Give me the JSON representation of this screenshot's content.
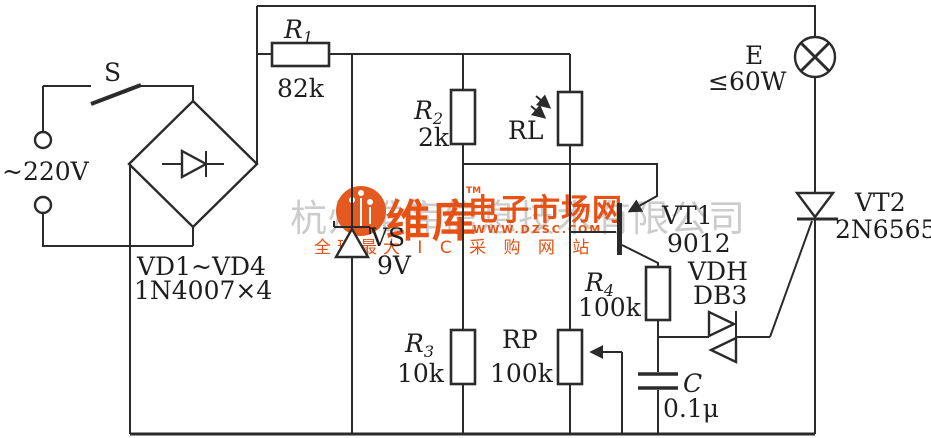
{
  "colors": {
    "circuit_line": "#2b2b2b",
    "watermark_orange": "#e75113",
    "watermark_gray": "#cccccc",
    "background": "#ffffff"
  },
  "watermark": {
    "company_ghost": "杭州维库信息技术有限公司",
    "brand": "维库",
    "trademark": "TM",
    "site_name": "电子市场网",
    "url": "WWW.DZSC.COM",
    "slogan": "全球最大 I C 采 购 网 站",
    "logo": "circuit-board-logo"
  },
  "components": {
    "source": {
      "label": "~220V"
    },
    "switch": {
      "label": "S"
    },
    "bridge": {
      "name": "VD1~VD4",
      "value": "1N4007×4"
    },
    "r1": {
      "name": "R",
      "sub": "1",
      "value": "82k"
    },
    "r2": {
      "name": "R",
      "sub": "2",
      "value": "2k"
    },
    "r3": {
      "name": "R",
      "sub": "3",
      "value": "10k"
    },
    "r4": {
      "name": "R",
      "sub": "4",
      "value": "100k"
    },
    "rl": {
      "label": "RL"
    },
    "rp": {
      "label": "RP",
      "value": "100k"
    },
    "zener": {
      "name": "VS",
      "value": "9V"
    },
    "vt1": {
      "name": "VT1",
      "value": "9012"
    },
    "vt2": {
      "name": "VT2",
      "value": "2N6565"
    },
    "diac": {
      "name": "VDH",
      "value": "DB3"
    },
    "cap": {
      "name": "C",
      "value": "0.1μ"
    },
    "lamp": {
      "name": "E",
      "value": "≤60W"
    }
  }
}
